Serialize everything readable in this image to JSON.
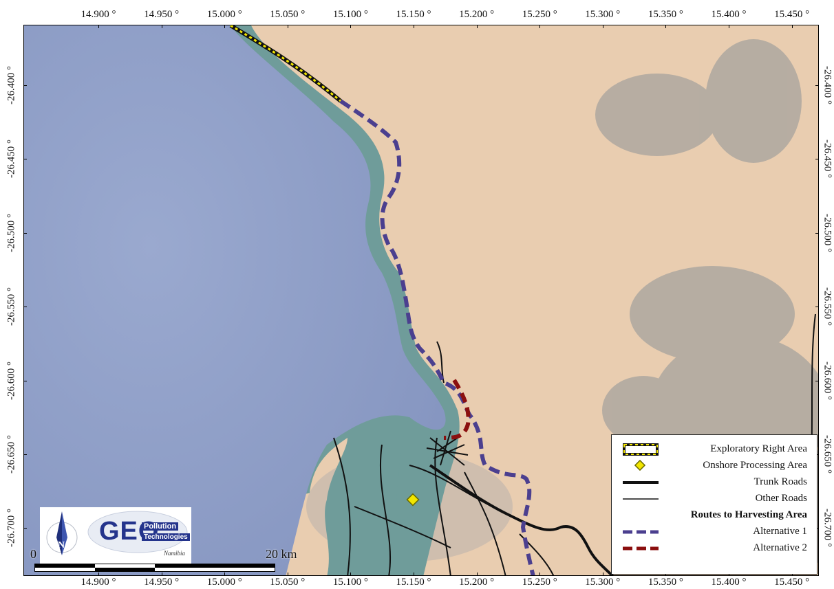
{
  "map": {
    "lon_ticks": [
      "14.900 °",
      "14.950 °",
      "15.000 °",
      "15.050 °",
      "15.100 °",
      "15.150 °",
      "15.200 °",
      "15.250 °",
      "15.300 °",
      "15.350 °",
      "15.400 °",
      "15.450 °"
    ],
    "lat_ticks": [
      "-26.400 °",
      "-26.450 °",
      "-26.500 °",
      "-26.550 °",
      "-26.600 °",
      "-26.650 °",
      "-26.700 °"
    ],
    "colors": {
      "sea": "#8d9ec7",
      "shallow_water": "#6f9c9a",
      "desert": "#e9cdb0",
      "rock": "#8e9498",
      "alternative_1": "#4b3f8f",
      "alternative_2": "#8b0f0f",
      "exploratory_area": "#f2e600",
      "processing_area": "#f2e600"
    }
  },
  "legend": {
    "items": [
      {
        "label": "Exploratory Right Area",
        "symbol": "exploratory-area-icon"
      },
      {
        "label": "Onshore Processing Area",
        "symbol": "diamond-icon"
      },
      {
        "label": "Trunk Roads",
        "symbol": "thick-line-icon"
      },
      {
        "label": "Other Roads",
        "symbol": "thin-line-icon"
      },
      {
        "label": "Routes to Harvesting Area",
        "symbol": "none"
      },
      {
        "label": "Alternative 1",
        "symbol": "dash-line-icon"
      },
      {
        "label": "Alternative 2",
        "symbol": "dash-line-icon"
      }
    ]
  },
  "logo": {
    "brand": "GEO",
    "line1": "Pollution",
    "line2": "Technologies",
    "signature": "Namibia",
    "north": "N"
  },
  "scalebar": {
    "start": "0",
    "end": "20 km"
  }
}
